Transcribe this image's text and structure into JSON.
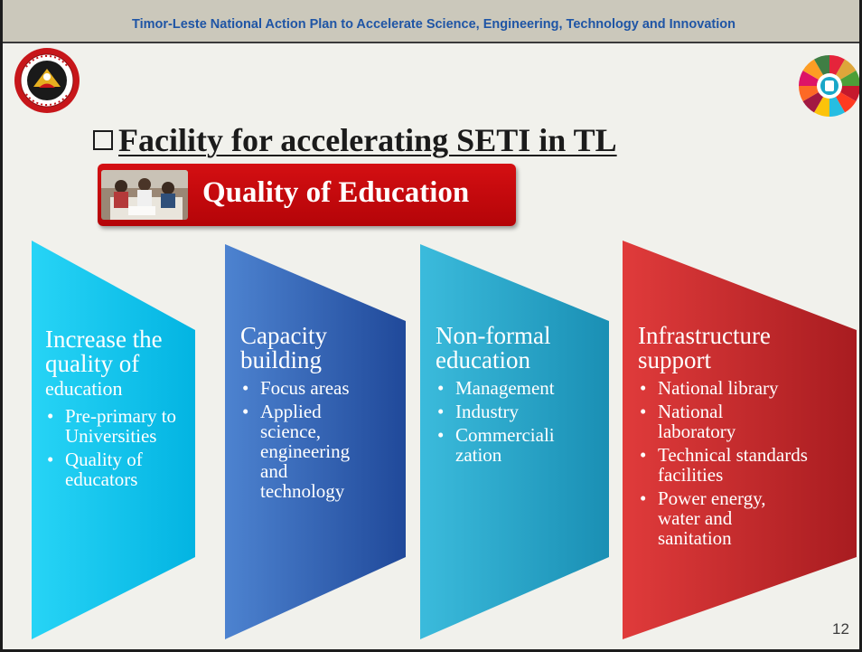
{
  "header": {
    "title": "Timor-Leste National Action Plan  to Accelerate Science, Engineering, Technology and Innovation"
  },
  "logos": {
    "left": "university-seal",
    "right": "sdg-wheel"
  },
  "headline": {
    "text": "Facility for accelerating SETI in TL",
    "bullet_icon": "hollow-square"
  },
  "banner": {
    "title": "Quality of Education",
    "photo": "classroom-photo",
    "color": "#c80a0d"
  },
  "columns": [
    {
      "title_line1": "Increase the",
      "title_line2": "quality of",
      "title_line3": "education",
      "items": [
        "Pre-primary to Universities",
        "Quality of educators"
      ],
      "colors": [
        "#27d4f6",
        "#03b4e2"
      ]
    },
    {
      "title_line1": "Capacity",
      "title_line2": "building",
      "items": [
        "Focus areas",
        "Applied science, engineering and technology"
      ],
      "colors": [
        "#4d83d0",
        "#20499a"
      ]
    },
    {
      "title_line1": "Non-formal",
      "title_line2": "education",
      "items": [
        "Management",
        "Industry",
        "Commerciali zation"
      ],
      "colors": [
        "#3bbbdc",
        "#1a8fb4"
      ]
    },
    {
      "title_line1": "Infrastructure",
      "title_line2": "support",
      "items": [
        "National library",
        "National laboratory",
        "Technical standards facilities",
        "Power energy, water and sanitation"
      ],
      "colors": [
        "#e03b3b",
        "#a81c20"
      ]
    }
  ],
  "page_number": "12"
}
